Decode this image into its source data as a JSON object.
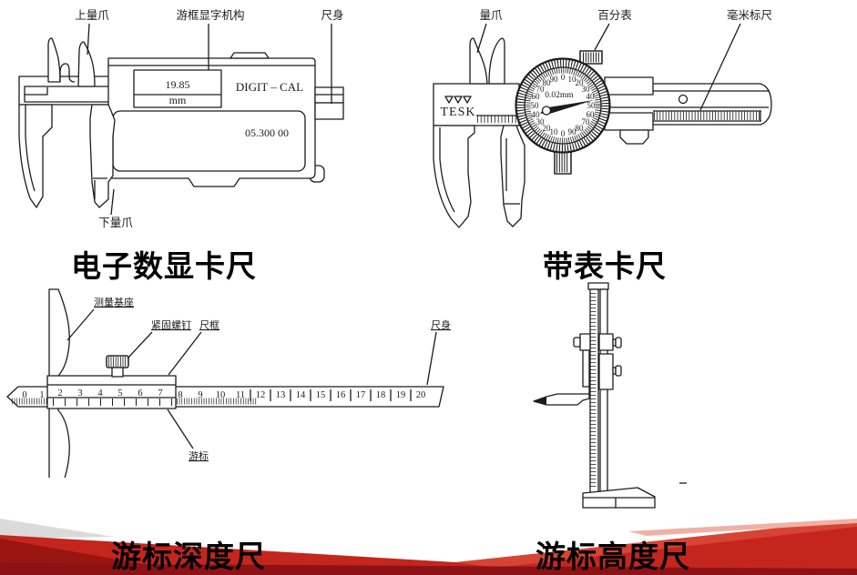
{
  "captions": {
    "digital": "电子数显卡尺",
    "dial": "带表卡尺",
    "depth": "游标深度尺",
    "height": "游标高度尺"
  },
  "digital_caliper": {
    "label_upper_jaw": "上量爪",
    "label_display_unit": "游框显字机构",
    "label_beam": "尺身",
    "label_lower_jaw": "下量爪",
    "display_value": "19.85",
    "display_unit": "mm",
    "display_brand": "DIGIT – CAL",
    "display_code": "05.300 00"
  },
  "dial_caliper": {
    "label_jaw": "量爪",
    "label_indicator": "百分表",
    "label_scale": "毫米标尺",
    "brand": "TESK",
    "graduation": "0.02mm",
    "numbers": [
      "0",
      "10",
      "20",
      "30",
      "40",
      "50",
      "60",
      "70",
      "80",
      "90"
    ]
  },
  "depth_gauge": {
    "label_base": "测量基座",
    "label_screw": "紧固螺钉",
    "label_frame": "尺框",
    "label_beam": "尺身",
    "label_vernier": "游标",
    "scale": [
      "0",
      "1",
      "2",
      "3",
      "4",
      "5",
      "6",
      "7",
      "8",
      "9",
      "10",
      "11",
      "12",
      "13",
      "14",
      "15",
      "16",
      "17",
      "18",
      "19",
      "20"
    ]
  },
  "colors": {
    "ink": "#1c1c1c",
    "ribbon_main": "#c4261d",
    "ribbon_highlight": "#d84434",
    "ribbon_pale": "#f0b0a6",
    "ribbon_dark_left": "#99150f",
    "ribbon_bottom": "#8c1216",
    "ribbon_gray": "#dadada"
  }
}
